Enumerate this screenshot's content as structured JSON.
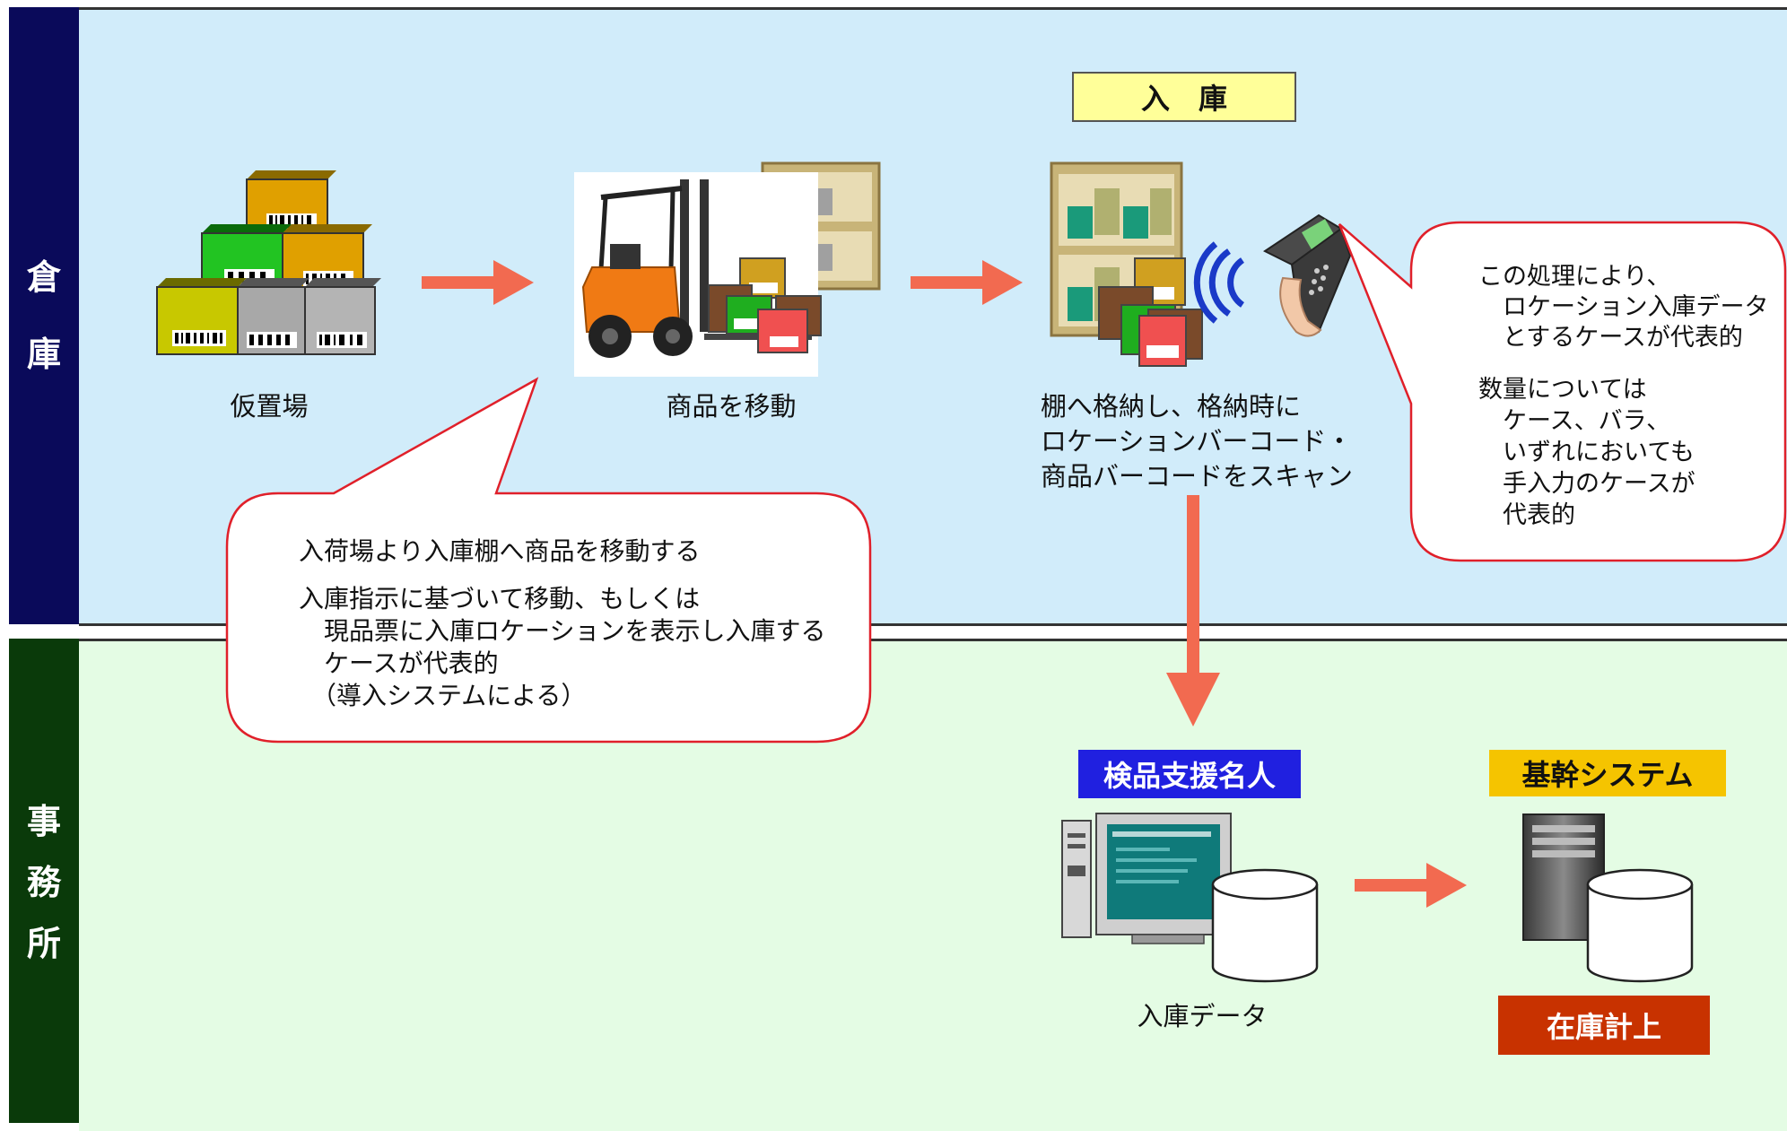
{
  "bands": {
    "warehouse": {
      "label_chars": [
        "倉",
        "庫"
      ],
      "bg": "#d1ecfa",
      "label_bg": "#0a0a5a"
    },
    "office": {
      "label_chars": [
        "事",
        "務",
        "所"
      ],
      "bg": "#e4fce4",
      "label_bg": "#0a3a0a"
    }
  },
  "stages": {
    "staging": {
      "caption": "仮置場"
    },
    "move": {
      "caption": "商品を移動"
    },
    "store": {
      "title": "入　庫",
      "caption_lines": [
        "棚へ格納し、格納時に",
        "ロケーションバーコード・",
        "商品バーコードをスキャン"
      ]
    }
  },
  "callouts": {
    "move_note": {
      "lines": [
        "入荷場より入庫棚へ商品を移動する",
        "入庫指示に基づいて移動、もしくは",
        "　現品票に入庫ロケーションを表示し入庫する",
        "　ケースが代表的",
        "　（導入システムによる）"
      ]
    },
    "scan_note": {
      "lines": [
        "この処理により、",
        "　ロケーション入庫データ",
        "　とするケースが代表的",
        "数量については",
        "　ケース、バラ、",
        "　いずれにおいても",
        "　手入力のケースが",
        "　代表的"
      ]
    }
  },
  "systems": {
    "inspection": {
      "label": "検品支援名人",
      "caption": "入庫データ",
      "color": "#2020e0"
    },
    "core": {
      "label": "基幹システム",
      "color": "#f5c400"
    },
    "stock": {
      "label": "在庫計上",
      "color": "#c83200"
    }
  },
  "colors": {
    "arrow": "#f26a50",
    "callout_border": "#e0202a",
    "title_tag": "#ffff99"
  },
  "icons": [
    "box-stack-icon",
    "forklift-icon",
    "shelf-icon",
    "wireless-signal-icon",
    "handheld-scanner-icon",
    "pc-monitor-icon",
    "database-icon",
    "server-tower-icon"
  ]
}
